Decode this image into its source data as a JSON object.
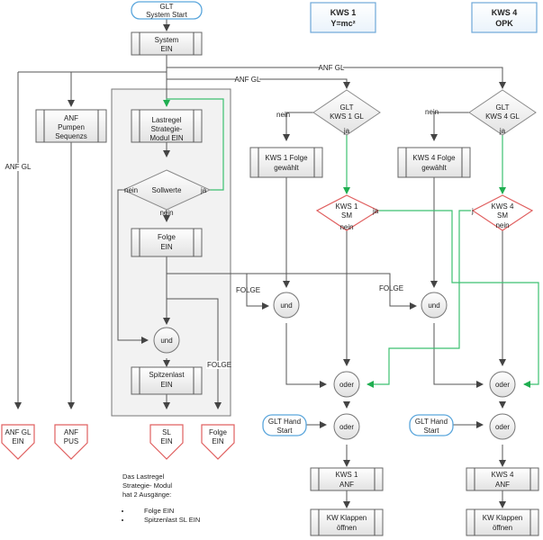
{
  "headers": {
    "kws1": {
      "line1": "KWS 1",
      "line2": "Y=mc²"
    },
    "kws4": {
      "line1": "KWS 4",
      "line2": "OPK"
    }
  },
  "start": {
    "line1": "GLT",
    "line2": "System Start"
  },
  "system_ein": {
    "line1": "System",
    "line2": "EIN"
  },
  "anf_pumpen": {
    "line1": "ANF",
    "line2": "Pumpen",
    "line3": "Sequenzs"
  },
  "lastregel": {
    "line1": "Lastregel",
    "line2": "Strategie-",
    "line3": "Modul EIN"
  },
  "sollwerte": "Sollwerte",
  "folge_ein": {
    "line1": "Folge",
    "line2": "EIN"
  },
  "spitzenlast": {
    "line1": "Spitzenlast",
    "line2": "EIN"
  },
  "glt_kws1_gl": {
    "line1": "GLT",
    "line2": "KWS 1 GL"
  },
  "glt_kws4_gl": {
    "line1": "GLT",
    "line2": "KWS 4 GL"
  },
  "kws1_folge": {
    "line1": "KWS 1 Folge",
    "line2": "gewählt"
  },
  "kws4_folge": {
    "line1": "KWS 4 Folge",
    "line2": "gewählt"
  },
  "kws1_sm": {
    "line1": "KWS 1",
    "line2": "SM"
  },
  "kws4_sm": {
    "line1": "KWS 4",
    "line2": "SM"
  },
  "gates": {
    "und": "und",
    "oder": "oder"
  },
  "hand_start": {
    "line1": "GLT Hand",
    "line2": "Start"
  },
  "kws1_anf": {
    "line1": "KWS 1",
    "line2": "ANF"
  },
  "kws4_anf": {
    "line1": "KWS 4",
    "line2": "ANF"
  },
  "klappen": {
    "line1": "KW Klappen",
    "line2": "öffnen"
  },
  "offpage": {
    "anf_gl_ein": {
      "line1": "ANF GL",
      "line2": "EIN"
    },
    "anf_pus": {
      "line1": "ANF",
      "line2": "PUS"
    },
    "sl_ein": {
      "line1": "SL",
      "line2": "EIN"
    },
    "folge_ein": {
      "line1": "Folge",
      "line2": "EIN"
    }
  },
  "edge_labels": {
    "anf_gl": "ANF GL",
    "folge": "FOLGE",
    "nein": "nein",
    "ja": "ja",
    "j": "j"
  },
  "note": {
    "line1": "Das Lastregel",
    "line2": "Strategie- Modul",
    "line3": "hat 2 Ausgänge:",
    "bullets": [
      "Folge EIN",
      "Spitzenlast SL EIN"
    ]
  },
  "colors": {
    "yes_path": "#3cc070",
    "decision_red": "#e06060",
    "terminal_blue": "#5aa6dc"
  }
}
